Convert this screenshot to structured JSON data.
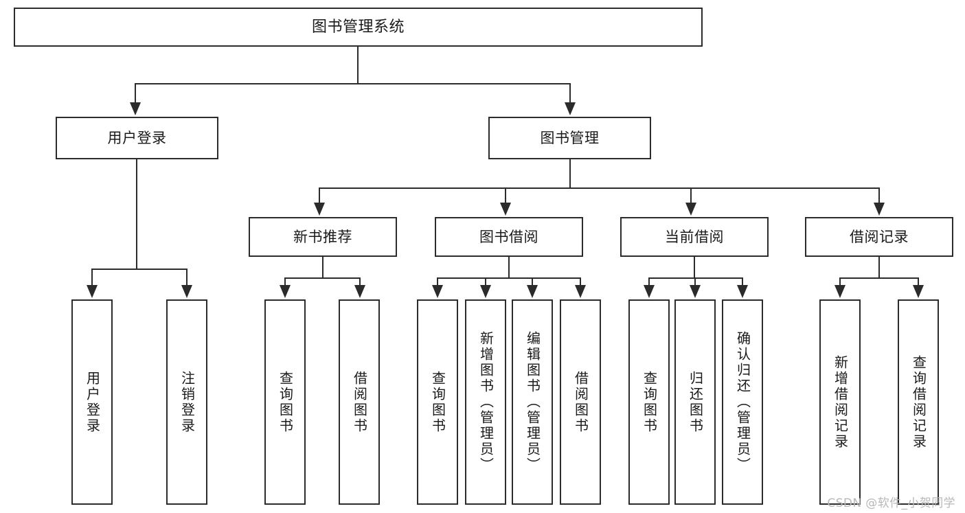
{
  "diagram": {
    "title": "图书管理系统",
    "type": "hierarchy-tree",
    "root": {
      "label": "图书管理系统"
    },
    "level2": [
      {
        "label": "用户登录"
      },
      {
        "label": "图书管理"
      }
    ],
    "level3": [
      {
        "label": "新书推荐"
      },
      {
        "label": "图书借阅"
      },
      {
        "label": "当前借阅"
      },
      {
        "label": "借阅记录"
      }
    ],
    "leaves": {
      "user_login": [
        {
          "label": "用户登录"
        },
        {
          "label": "注销登录"
        }
      ],
      "new_book_recommend": [
        {
          "label": "查询图书"
        },
        {
          "label": "借阅图书"
        }
      ],
      "book_borrow": [
        {
          "label": "查询图书"
        },
        {
          "label": "新增图书（管理员）"
        },
        {
          "label": "编辑图书（管理员）"
        },
        {
          "label": "借阅图书"
        }
      ],
      "current_borrow": [
        {
          "label": "查询图书"
        },
        {
          "label": "归还图书"
        },
        {
          "label": "确认归还（管理员）"
        }
      ],
      "borrow_record": [
        {
          "label": "新增借阅记录"
        },
        {
          "label": "查询借阅记录"
        }
      ]
    }
  },
  "watermark": {
    "text": "CSDN @软件_小贺同学"
  },
  "colors": {
    "line": "#2b2b2b",
    "box_fill": "#ffffff",
    "text": "#1a1a1a",
    "watermark": "#b8b8b8",
    "background": "#ffffff"
  }
}
